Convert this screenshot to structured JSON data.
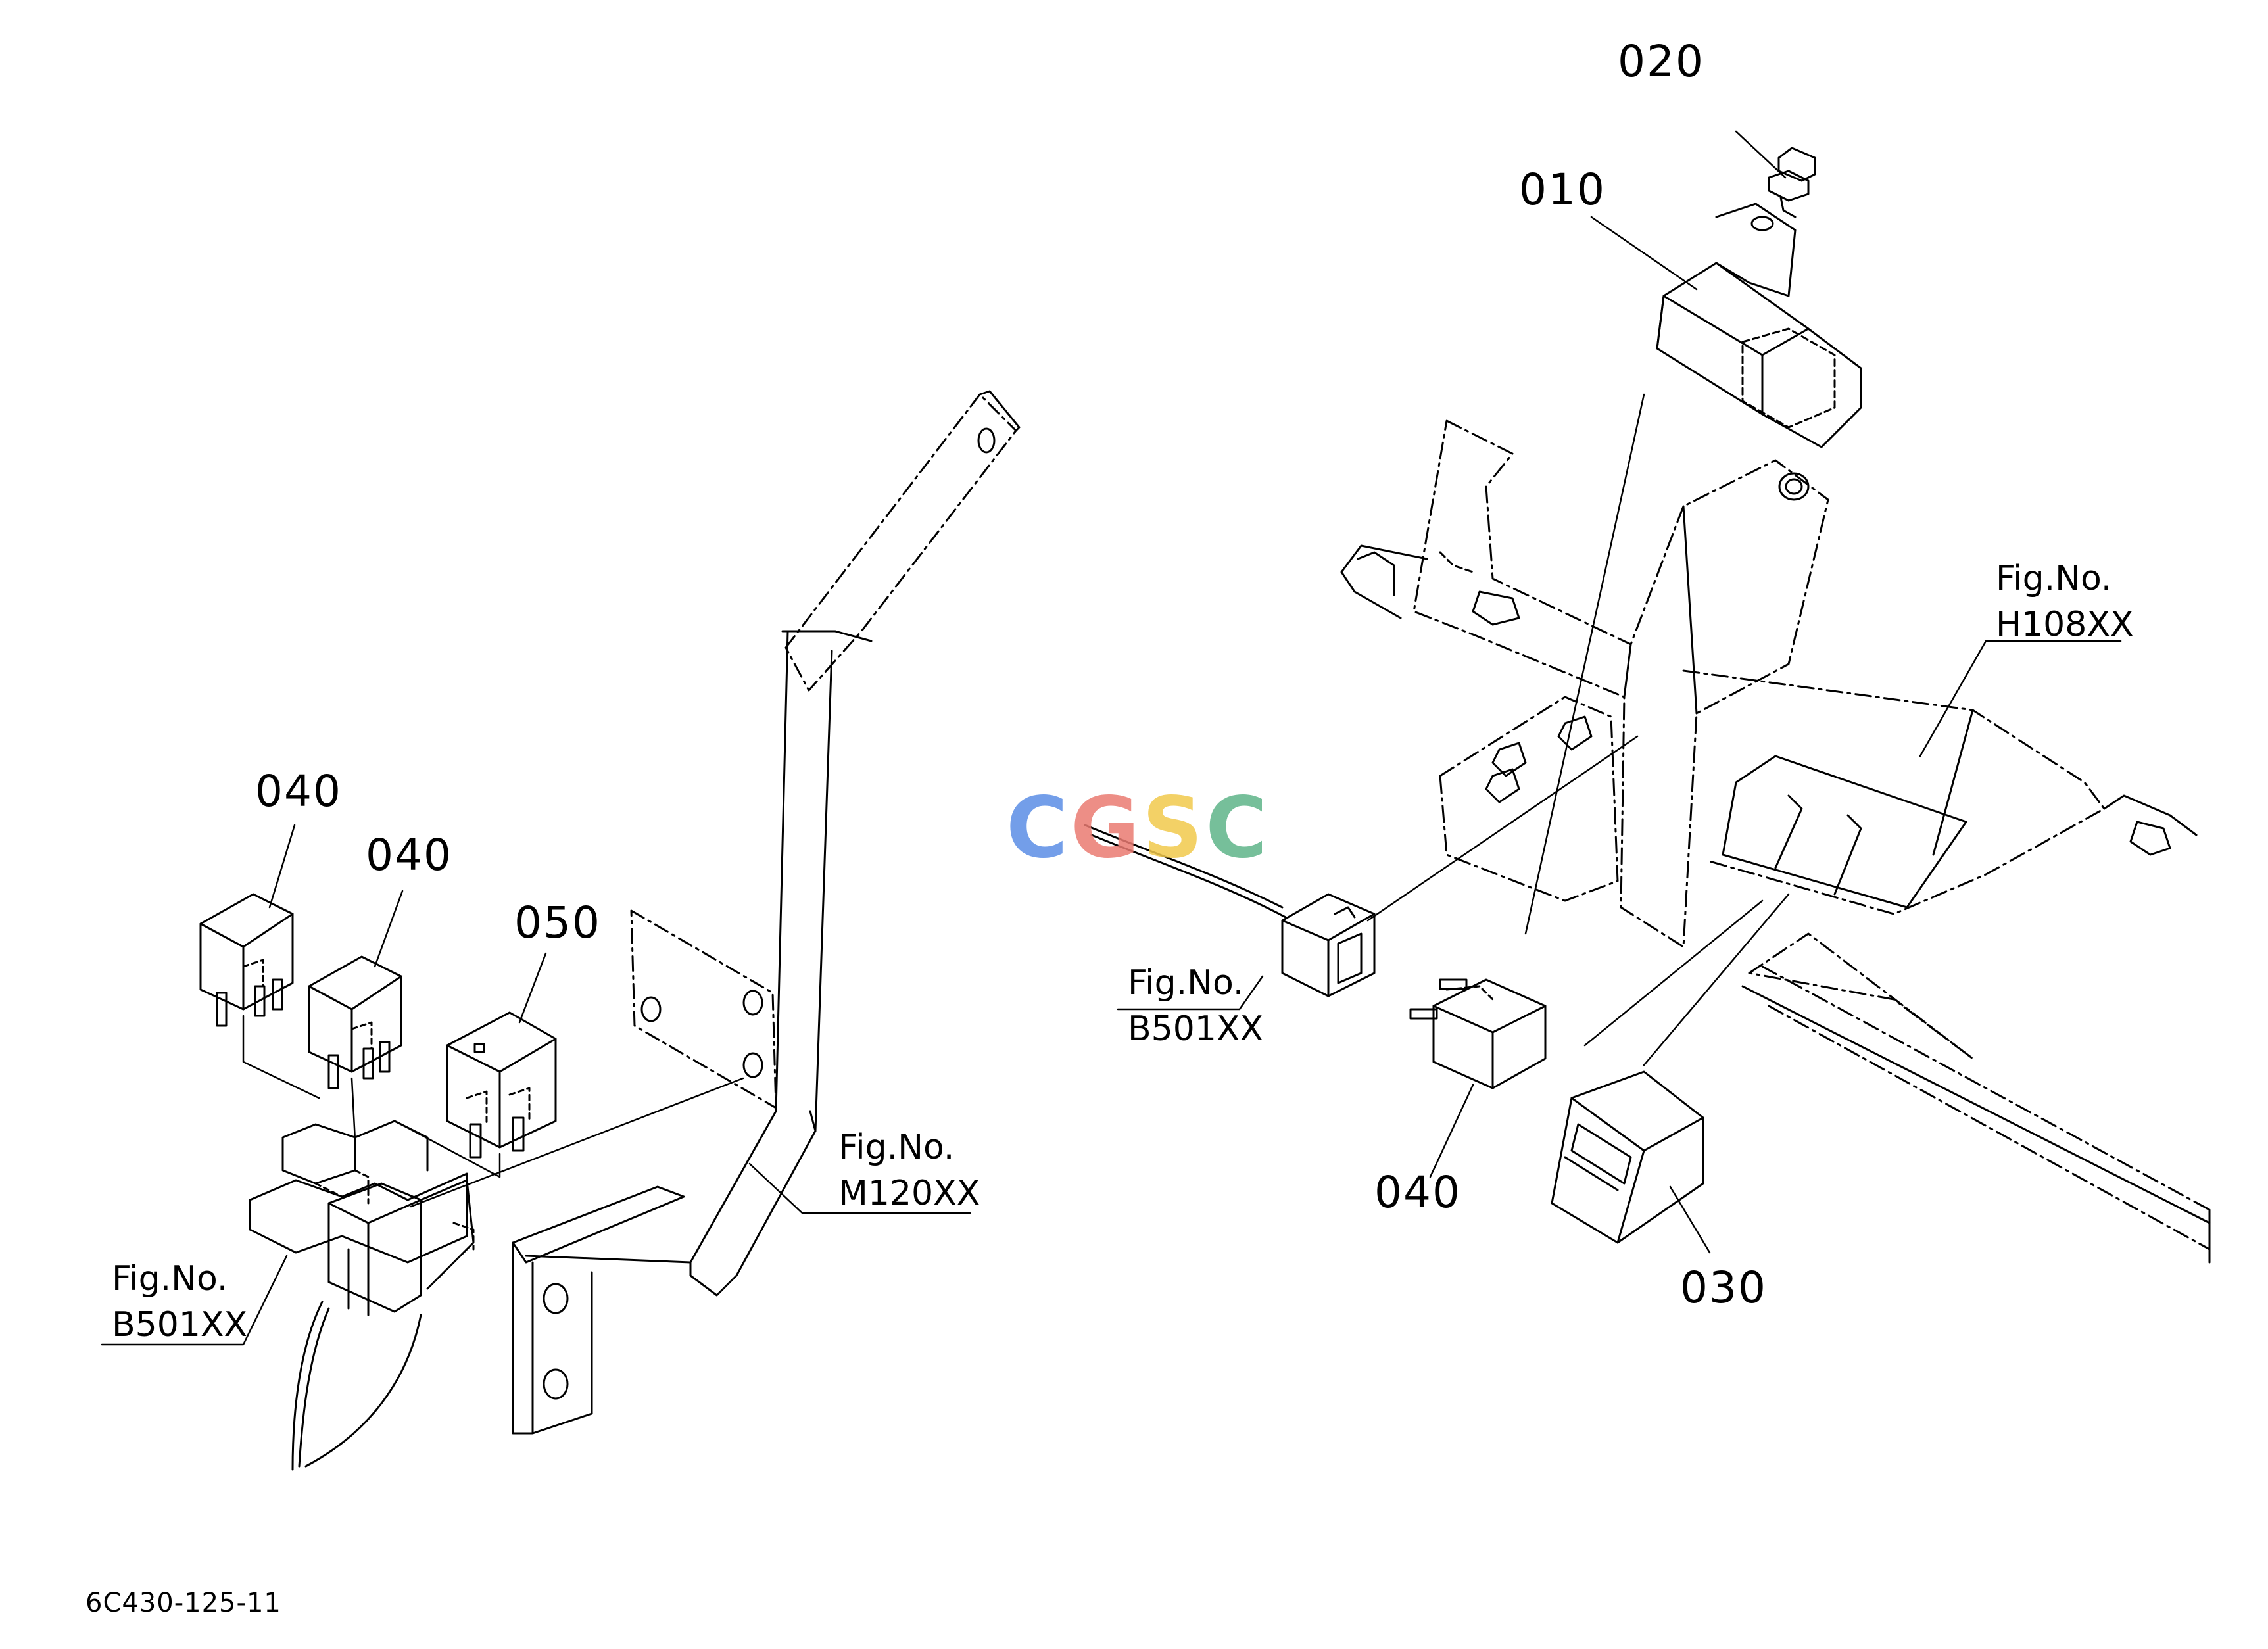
{
  "diagram_code": "6C430-125-11",
  "part_numbers": {
    "p010": "010",
    "p020": "020",
    "p030": "030",
    "p040_a": "040",
    "p040_b": "040",
    "p040_c": "040",
    "p050": "050"
  },
  "figure_refs": {
    "b501_left": {
      "title": "Fig.No.",
      "code": "B501XX"
    },
    "m120": {
      "title": "Fig.No.",
      "code": "M120XX"
    },
    "b501_right": {
      "title": "Fig.No.",
      "code": "B501XX"
    },
    "h108": {
      "title": "Fig.No.",
      "code": "H108XX"
    }
  },
  "watermark": {
    "letters": [
      "C",
      "G",
      "S",
      "C"
    ],
    "colors": [
      "#5b8ee6",
      "#ea7b72",
      "#f2c94c",
      "#5fb489"
    ]
  }
}
